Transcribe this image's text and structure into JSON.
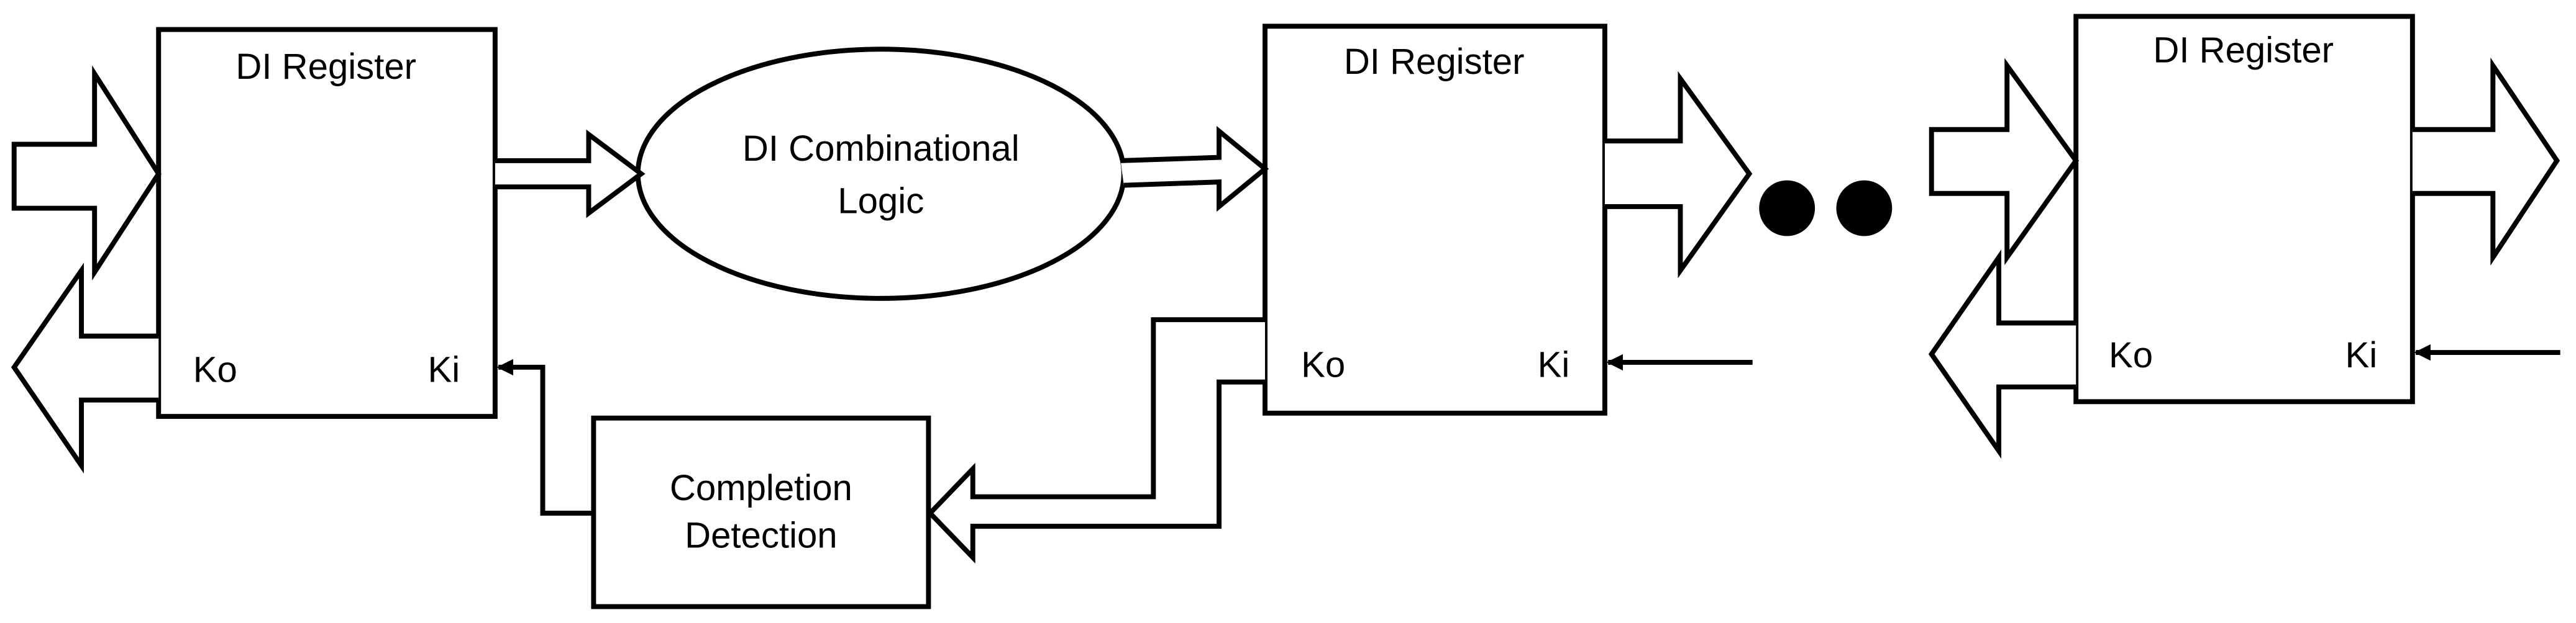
{
  "registers": [
    {
      "title": "DI Register",
      "ko": "Ko",
      "ki": "Ki"
    },
    {
      "title": "DI Register",
      "ko": "Ko",
      "ki": "Ki"
    },
    {
      "title": "DI Register",
      "ko": "Ko",
      "ki": "Ki"
    }
  ],
  "logic": {
    "line1": "DI Combinational",
    "line2": "Logic"
  },
  "completion": {
    "line1": "Completion",
    "line2": "Detection"
  },
  "colors": {
    "stroke": "#000000",
    "fill": "#ffffff"
  }
}
